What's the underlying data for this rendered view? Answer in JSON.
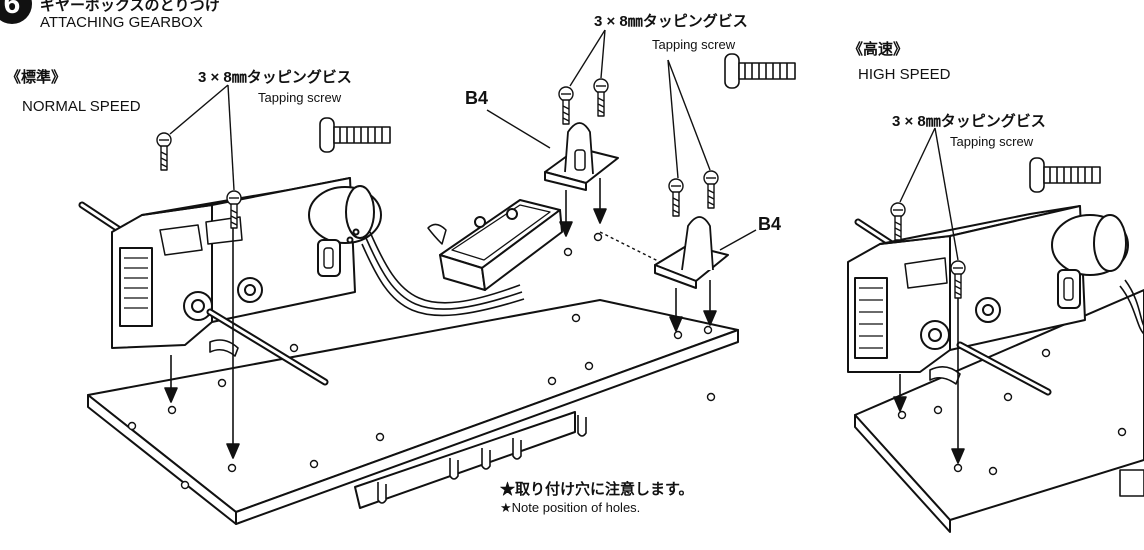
{
  "step": {
    "number": "6",
    "title_ja": "ギヤーボックスのとりつけ",
    "title_en": "ATTACHING GEARBOX"
  },
  "normal": {
    "label_ja": "《標準》",
    "label_en": "NORMAL SPEED",
    "screw_ja": "3 × 8㎜タッピングビス",
    "screw_en": "Tapping screw"
  },
  "center": {
    "screw_ja": "3 × 8㎜タッピングビス",
    "screw_en": "Tapping screw",
    "part_label_left": "B4",
    "part_label_right": "B4"
  },
  "high": {
    "label_ja": "《高速》",
    "label_en": "HIGH SPEED",
    "screw_ja": "3 × 8㎜タッピングビス",
    "screw_en": "Tapping screw"
  },
  "note": {
    "ja": "★取り付け穴に注意します。",
    "en": "★Note position of holes."
  }
}
